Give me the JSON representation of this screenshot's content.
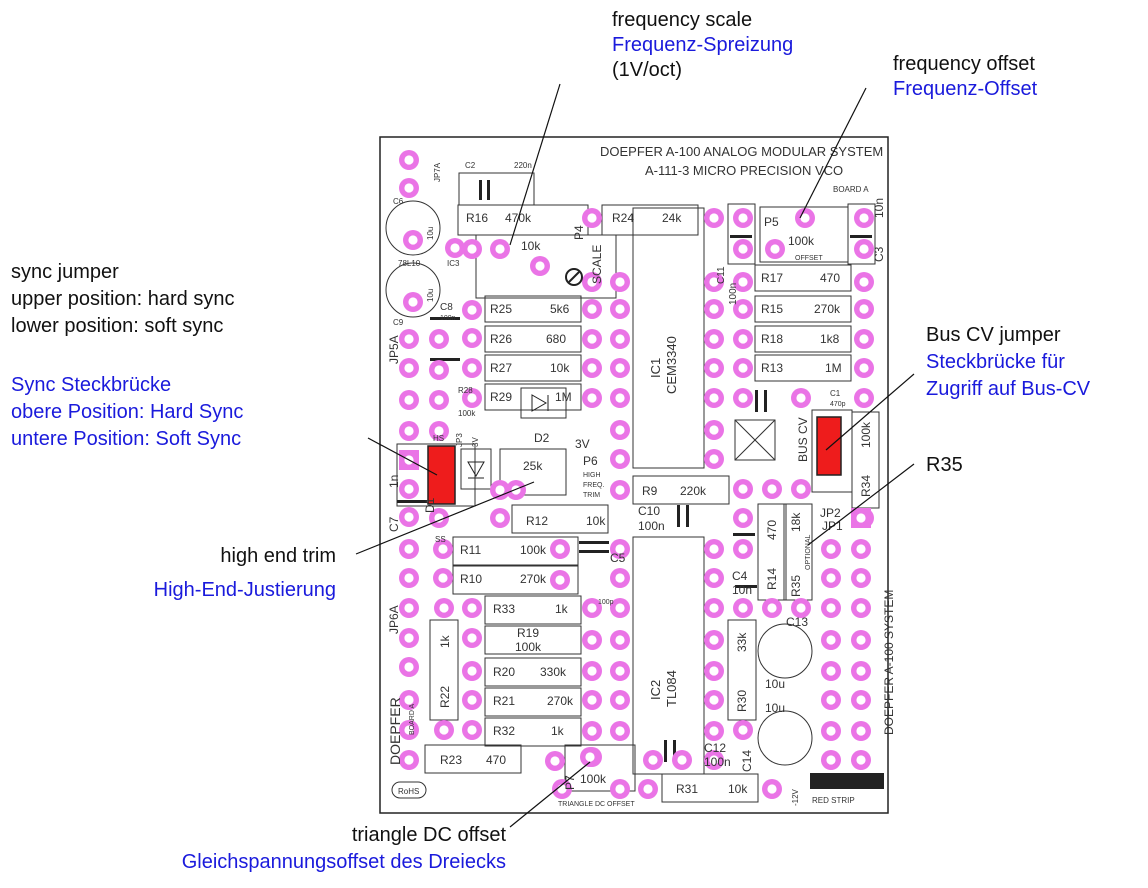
{
  "colors": {
    "pad": "#ea74e6",
    "jumper": "#ee1c1c",
    "english": "#111111",
    "german": "#1a1adc",
    "board_outline": "#222222"
  },
  "annotations": {
    "freq_scale": {
      "en": "frequency scale",
      "de": "Frequenz-Spreizung",
      "note": "(1V/oct)"
    },
    "freq_offset": {
      "en": "frequency offset",
      "de": "Frequenz-Offset"
    },
    "sync": {
      "en": [
        "sync jumper",
        "upper position: hard sync",
        "lower position: soft sync"
      ],
      "de": [
        "Sync Steckbrücke",
        "obere Position: Hard Sync",
        "untere Position: Soft Sync"
      ]
    },
    "bus_cv": {
      "en": "Bus CV jumper",
      "de": [
        "Steckbrücke für",
        "Zugriff auf Bus-CV"
      ]
    },
    "r35": {
      "en": "R35"
    },
    "high_end": {
      "en": "high end trim",
      "de": "High-End-Justierung"
    },
    "triangle": {
      "en": "triangle DC offset",
      "de": "Gleichspannungsoffset  des Dreiecks"
    }
  },
  "pcb": {
    "title1": "DOEPFER A-100 ANALOG MODULAR SYSTEM",
    "title2": "A-111-3 MICRO PRECISION VCO",
    "board": "BOARD A",
    "side_system": "DOEPFER A-100 SYSTEM",
    "side_brand": "DOEPFER",
    "side_board": "BOARD A",
    "rohs": "RoHS",
    "red_strip": "RED STRIP",
    "resistors_left": [
      {
        "ref": "R25",
        "val": "5k6"
      },
      {
        "ref": "R26",
        "val": "680"
      },
      {
        "ref": "R27",
        "val": "10k"
      },
      {
        "ref": "R29",
        "val": "1M"
      }
    ],
    "resistors_right": [
      {
        "ref": "R17",
        "val": "470"
      },
      {
        "ref": "R15",
        "val": "270k"
      },
      {
        "ref": "R18",
        "val": "1k8"
      },
      {
        "ref": "R13",
        "val": "1M"
      }
    ],
    "resistors_lower": [
      {
        "ref": "R11",
        "val": "100k"
      },
      {
        "ref": "R10",
        "val": "270k"
      },
      {
        "ref": "R33",
        "val": "1k"
      },
      {
        "ref": "R19",
        "val": "100k"
      },
      {
        "ref": "R20",
        "val": "330k"
      },
      {
        "ref": "R21",
        "val": "270k"
      },
      {
        "ref": "R32",
        "val": "1k"
      }
    ],
    "misc": {
      "r16": "R16",
      "r16v": "470k",
      "r24": "R24",
      "r24v": "24k",
      "p4": "P4",
      "p4v": "10k",
      "scale": "SCALE",
      "p5": "P5",
      "p5v": "100k",
      "offset": "OFFSET",
      "c3": "C3",
      "c3v": "10n",
      "c2": "C2",
      "c2v": "220n",
      "c6": "C6",
      "c6v": "10u",
      "ic3": "IC3",
      "reg": "78L10",
      "c9": "C9",
      "c9v": "10u",
      "c8": "C8",
      "c8v": "100n",
      "c11": "C11",
      "c11v": "100n",
      "ic1": "IC1",
      "ic1v": "CEM3340",
      "jp7a": "JP7A",
      "jp5a": "JP5A",
      "jp6a": "JP6A",
      "r28": "R28",
      "r28v": "100k",
      "jp3": "JP3",
      "d3": "3V",
      "d2": "D2",
      "d2v": "3V",
      "hs": "HS",
      "ss": "SS",
      "c1": "C1",
      "c1v": "470p",
      "bus_cv": "BUS CV",
      "jp2": "JP2",
      "r34": "R34",
      "r34v": "100k",
      "p6v": "25k",
      "p6": "P6",
      "p6t1": "HIGH",
      "p6t2": "FREQ.",
      "p6t3": "TRIM",
      "d1": "D1",
      "c7": "C7",
      "c7v": "1n",
      "r9": "R9",
      "r9v": "220k",
      "r12": "R12",
      "r12v": "10k",
      "c10": "C10",
      "c10v": "100n",
      "r14": "R14",
      "r14v": "470",
      "r35": "R35",
      "r35v": "18k",
      "optional": "OPTIONAL",
      "jp1": "JP1",
      "c4": "C4",
      "c4v": "10n",
      "c5": "C5",
      "c5v": "100p",
      "ic2": "IC2",
      "ic2v": "TL084",
      "r22": "R22",
      "r22v": "1k",
      "r30": "R30",
      "r30v": "33k",
      "c13": "C13",
      "c13v": "10u",
      "c14": "C14",
      "c14v": "10u",
      "c12": "C12",
      "c12v": "100n",
      "r23": "R23",
      "r23v": "470",
      "p7": "P7",
      "p7v": "100k",
      "tri": "TRIANGLE DC OFFSET",
      "r31": "R31",
      "r31v": "10k",
      "m12v": "-12V"
    }
  }
}
